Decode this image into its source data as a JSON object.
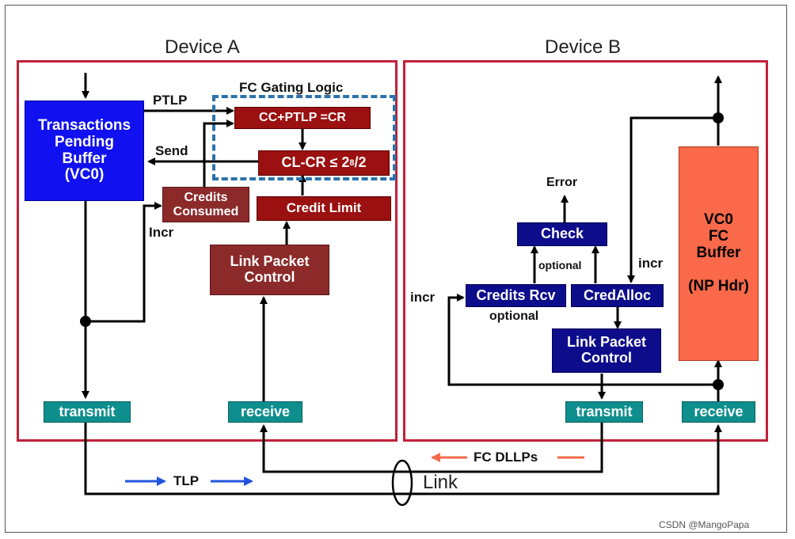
{
  "device_a": {
    "title": "Device A",
    "tpb_line1": "Transactions",
    "tpb_line2": "Pending",
    "tpb_line3": "Buffer",
    "tpb_line4": "(VC0)",
    "fc_gating_logic": "FC Gating Logic",
    "cc_ptlp_cr": "CC+PTLP =CR",
    "clcr_prefix": "CL-CR ≤ 2",
    "clcr_exp": "8",
    "clcr_suffix": "/2",
    "credits_consumed_line1": "Credits",
    "credits_consumed_line2": "Consumed",
    "credit_limit": "Credit Limit",
    "lpc_line1": "Link Packet",
    "lpc_line2": "Control",
    "ptlp": "PTLP",
    "send": "Send",
    "incr": "Incr",
    "transmit": "transmit",
    "receive": "receive"
  },
  "device_b": {
    "title": "Device B",
    "error": "Error",
    "check": "Check",
    "optional_top": "optional",
    "incr_right": "incr",
    "incr_left": "incr",
    "credits_rcv": "Credits Rcv",
    "credalloc": "CredAlloc",
    "optional_bottom": "optional",
    "lpc_line1": "Link Packet",
    "lpc_line2": "Control",
    "vc0_line1": "VC0",
    "vc0_line2": "FC",
    "vc0_line3": "Buffer",
    "vc0_line4": "(NP Hdr)",
    "transmit": "transmit",
    "receive": "receive"
  },
  "link": {
    "tlp": "TLP",
    "fc_dllps": "FC DLLPs",
    "link": "Link"
  },
  "watermark": "CSDN @MangoPapa",
  "colors": {
    "device_border": "#c0203a",
    "tlp_arrow": "#2255dd",
    "dllp_arrow": "#f06a4c",
    "gating_dash": "#2c72a8"
  }
}
